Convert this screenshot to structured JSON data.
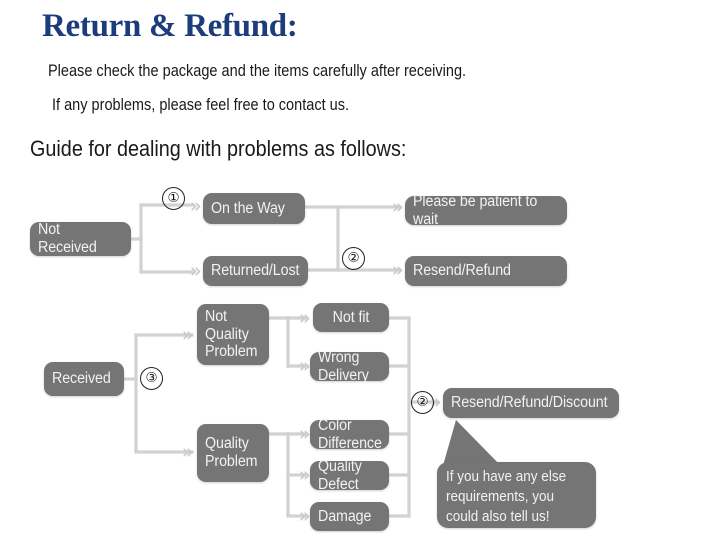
{
  "header": {
    "title": "Return & Refund:",
    "line1": "Please check the package and the items carefully after receiving.",
    "line2": "If any problems, please feel free to contact us.",
    "guide": "Guide for dealing with problems as follows:"
  },
  "colors": {
    "title": "#1d3c7c",
    "node_fill": "#757575",
    "node_text": "#f2f2f2",
    "wire": "#d2d2d2",
    "arrow": "#c9c9c9",
    "body_text": "#1a1a1a",
    "page_background": "#ffffff"
  },
  "flowchart": {
    "nodes": {
      "not_received": "Not Received",
      "on_the_way": "On the Way",
      "returned_lost": "Returned/Lost",
      "please_wait": "Please be patient to wait",
      "resend_refund": "Resend/Refund",
      "received": "Received",
      "not_quality_problem": "Not\nQuality\nProblem",
      "quality_problem": "Quality\nProblem",
      "not_fit": "Not fit",
      "wrong_delivery": "Wrong Delivery",
      "color_difference": "Color Difference",
      "quality_defect": "Quality Defect",
      "damage": "Damage",
      "resend_refund_discount": "Resend/Refund/Discount"
    },
    "steps": {
      "step1": "①",
      "step2a": "②",
      "step3": "③",
      "step2b": "②"
    },
    "arrow_glyph": "»",
    "callout": "If you have any else requirements, you could also tell us!"
  }
}
